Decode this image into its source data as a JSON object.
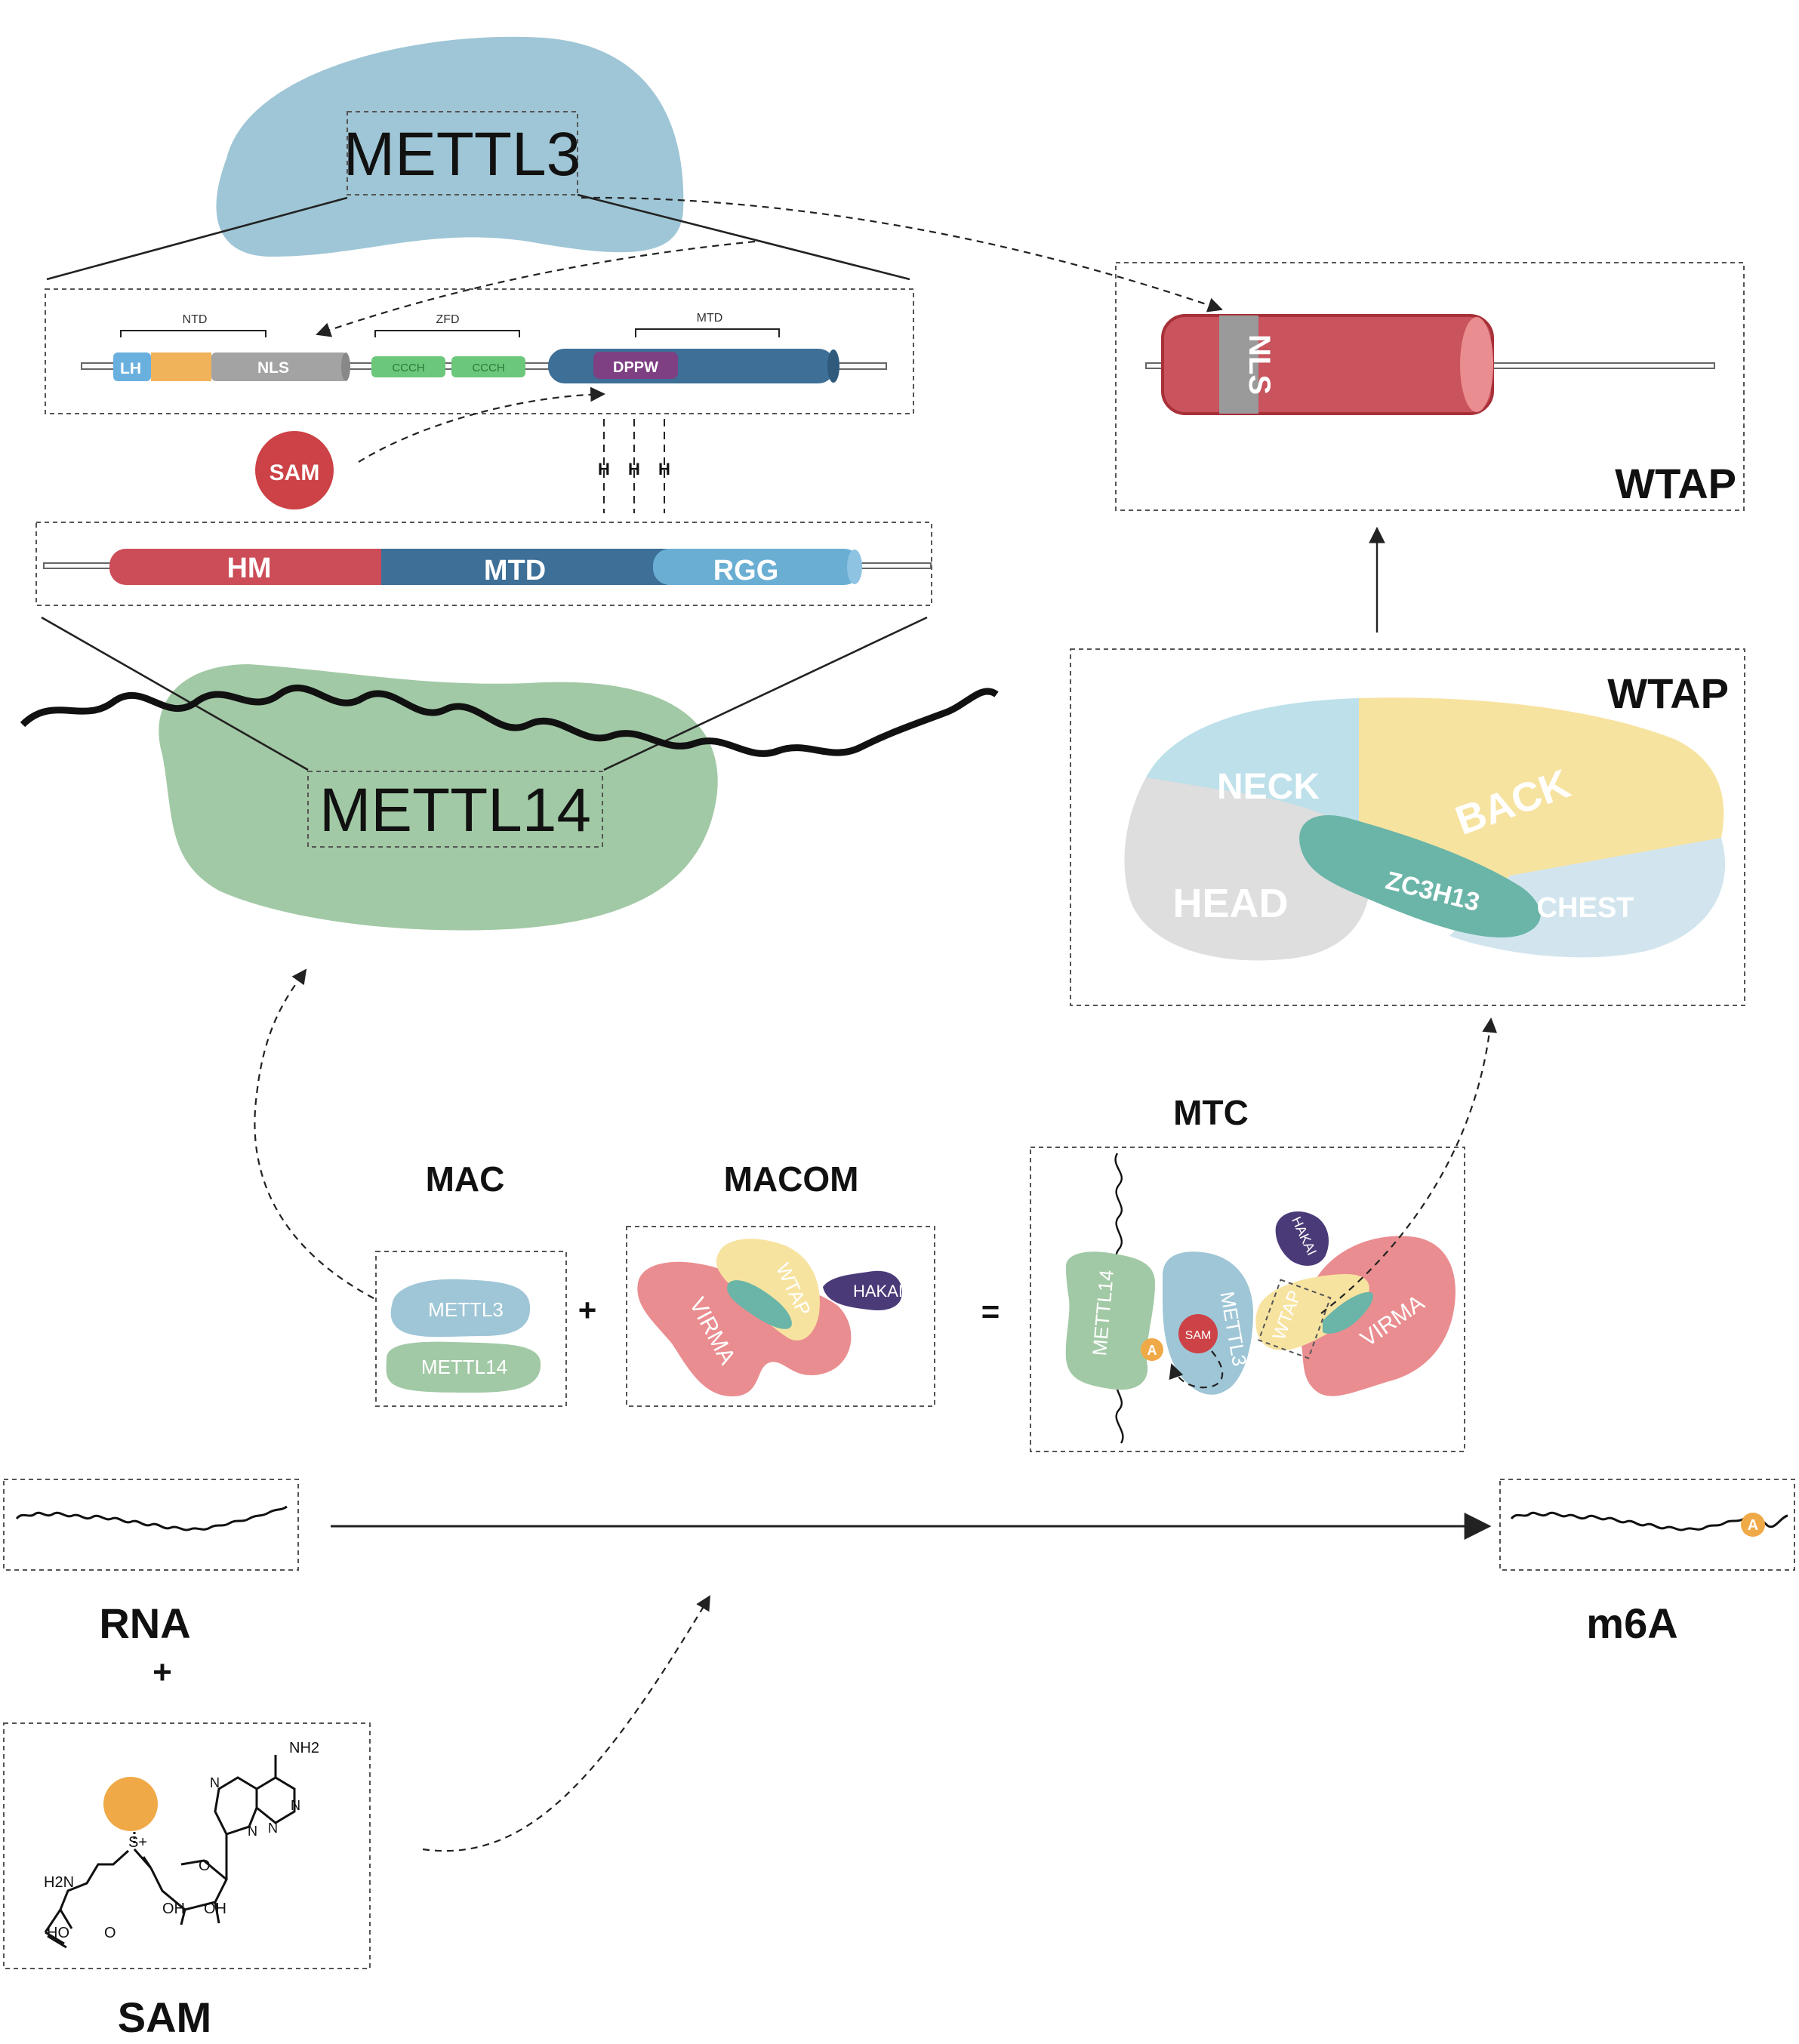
{
  "colors": {
    "mettl3_blue": "#9fc6d6",
    "mettl14_green": "#a2c9a5",
    "wtap_red": "#c9545d",
    "nls_gray": "#a3a3a3",
    "dppw_purple": "#7e3f83",
    "mtd_blue": "#3d6f97",
    "rgg_light_blue": "#6aaed4",
    "sam_red": "#cc4246",
    "adenine_orange": "#f0a947",
    "virma_pink": "#ea8d90",
    "wtap_yellow": "#f7e3a0",
    "hakai_purple": "#4b3a78",
    "zc3h13_teal": "#6ab5a8"
  },
  "mettl3_domain": {
    "protein_label": "METTL3",
    "bracket_labels": {
      "ntd": "NTD",
      "zfd": "ZFD",
      "mtd": "MTD"
    },
    "segments": {
      "lh": "LH",
      "nls": "NLS",
      "ccch1": "CCCH",
      "ccch2": "CCCH",
      "dppw": "DPPW"
    }
  },
  "binding_marks": [
    "H",
    "H",
    "H"
  ],
  "mettl14_domain": {
    "protein_label": "METTL14",
    "segments": {
      "hm": "HM",
      "mtd": "MTD",
      "rgg": "RGG"
    }
  },
  "sam_badge": "SAM",
  "wtap_rod": {
    "segment": "NLS",
    "title": "WTAP"
  },
  "wtap_structure": {
    "title": "WTAP",
    "regions": {
      "neck": "NECK",
      "back": "BACK",
      "head": "HEAD",
      "chest": "CHEST",
      "zc3h13": "ZC3H13"
    }
  },
  "complexes": {
    "mac": {
      "title": "MAC",
      "members": [
        "METTL3",
        "METTL14"
      ]
    },
    "plus": "+",
    "macom": {
      "title": "MACOM",
      "members": {
        "wtap": "WTAP",
        "hakai": "HAKAI",
        "virma": "VIRMA"
      }
    },
    "equals": "=",
    "mtc": {
      "title": "MTC",
      "members": {
        "mettl14": "METTL14",
        "mettl3": "METTL3",
        "wtap": "WTAP",
        "hakai": "HAKAI",
        "virma": "VIRMA",
        "sam": "SAM",
        "adenine": "A"
      }
    }
  },
  "reaction": {
    "substrate": "RNA",
    "plus": "+",
    "cofactor": "SAM",
    "product": "m6A",
    "product_mark": "A"
  },
  "sam_molecule": {
    "labels": {
      "nh2_top": "NH2",
      "sulfonium": "S+",
      "amine": "H2N",
      "acid": "HO",
      "oxo": "O",
      "oh1": "OH",
      "oh2": "OH",
      "n_ring": [
        "N",
        "N",
        "N",
        "N"
      ],
      "o_ring": "O"
    }
  }
}
